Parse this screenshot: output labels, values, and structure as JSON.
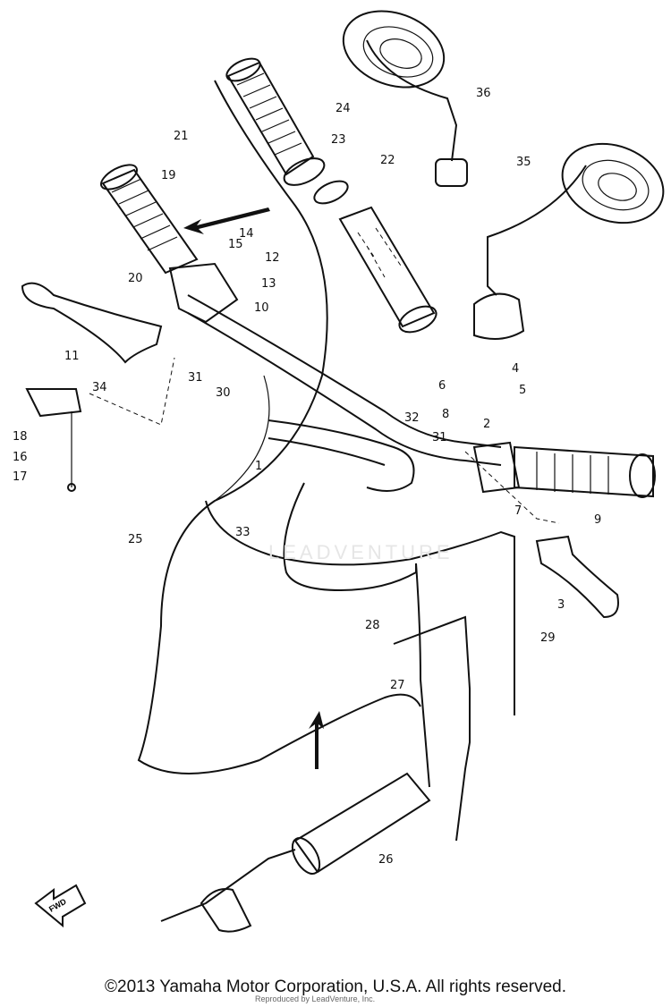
{
  "labels": {
    "p1": "1",
    "p2": "2",
    "p3": "3",
    "p4": "4",
    "p5": "5",
    "p6": "6",
    "p7": "7",
    "p8": "8",
    "p9": "9",
    "p10": "10",
    "p11": "11",
    "p12": "12",
    "p13": "13",
    "p14": "14",
    "p15": "15",
    "p16": "16",
    "p17": "17",
    "p18": "18",
    "p19": "19",
    "p20": "20",
    "p21": "21",
    "p22": "22",
    "p23": "23",
    "p24": "24",
    "p25": "25",
    "p26": "26",
    "p27": "27",
    "p28": "28",
    "p29": "29",
    "p30": "30",
    "p31a": "31",
    "p31b": "31",
    "p32": "32",
    "p33": "33",
    "p34": "34",
    "p35": "35",
    "p36": "36"
  },
  "fwd_badge": "FWD",
  "watermark": "LEADVENTURE",
  "copyright": "©2013 Yamaha Motor Corporation, U.S.A. All rights reserved.",
  "fine_print": "Reproduced by LeadVenture, Inc."
}
